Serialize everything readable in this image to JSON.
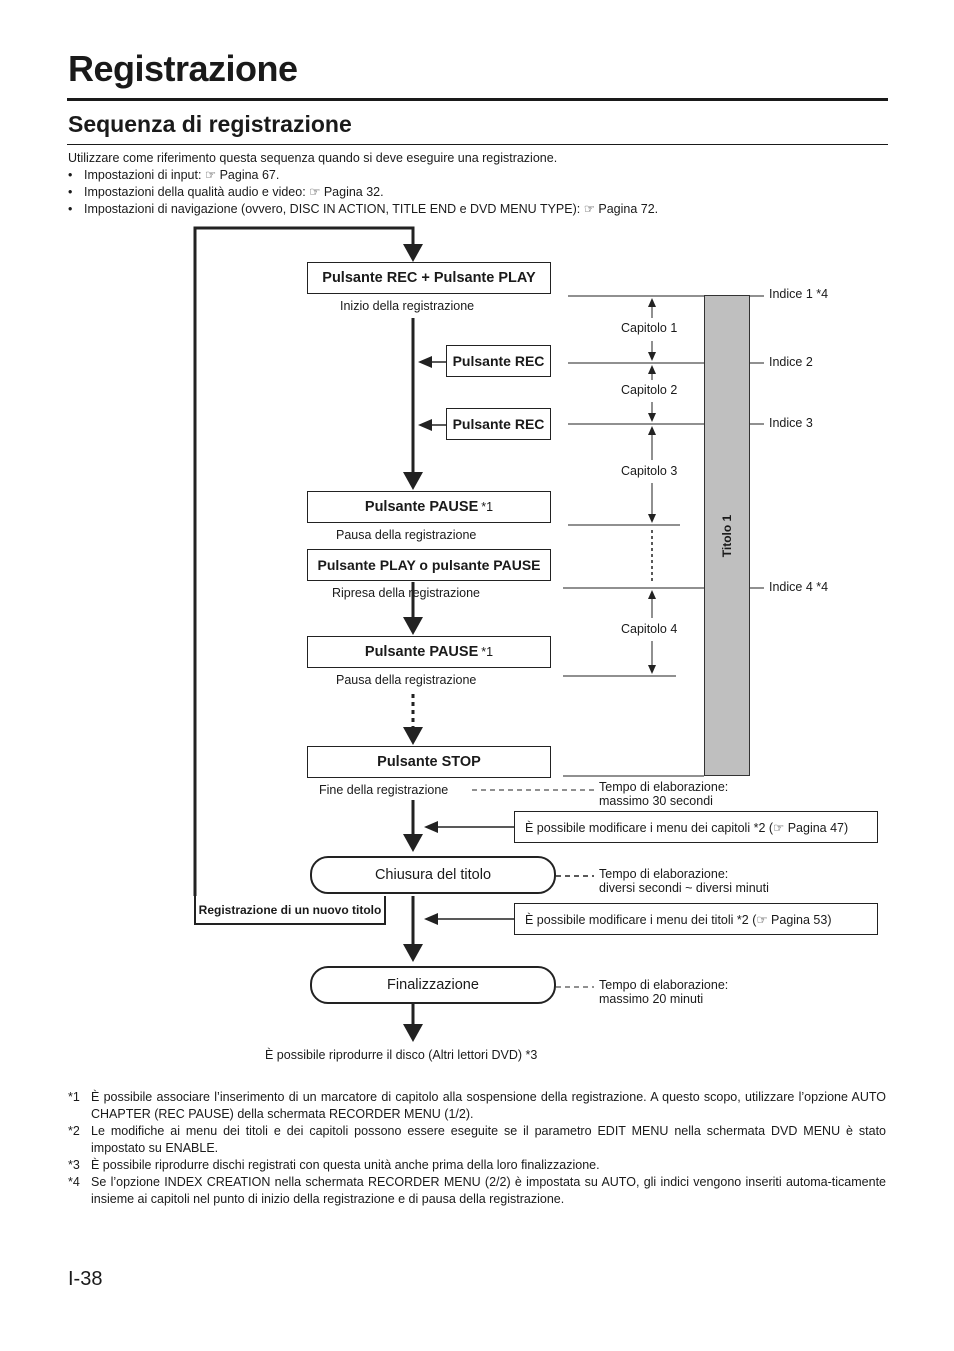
{
  "header": {
    "title": "Registrazione",
    "subtitle": "Sequenza di registrazione"
  },
  "intro": {
    "text": "Utilizzare come riferimento questa sequenza quando si deve eseguire una registrazione.",
    "bullets": [
      "Impostazioni di input: ☞ Pagina 67.",
      "Impostazioni della qualità audio e video: ☞ Pagina 32.",
      "Impostazioni di navigazione (ovvero, DISC IN ACTION, TITLE END e DVD MENU TYPE): ☞ Pagina 72."
    ]
  },
  "diagram": {
    "box_rec_play": "Pulsante REC + Pulsante PLAY",
    "lbl_inizio": "Inizio della registrazione",
    "box_rec1": "Pulsante REC",
    "box_rec2": "Pulsante REC",
    "box_pause1": "Pulsante PAUSE",
    "box_pause1_note": "*1",
    "lbl_pausa1": "Pausa della registrazione",
    "box_play_pause": "Pulsante PLAY o pulsante PAUSE",
    "lbl_ripresa": "Ripresa della registrazione",
    "box_pause2": "Pulsante PAUSE",
    "box_pause2_note": "*1",
    "lbl_pausa2": "Pausa della registrazione",
    "box_stop": "Pulsante STOP",
    "lbl_fine": "Fine della registrazione",
    "tempo1_a": "Tempo di elaborazione:",
    "tempo1_b": "massimo 30 secondi",
    "note_capitoli": "È possibile modificare i menu dei capitoli *2 (☞ Pagina 47)",
    "box_chiusura": "Chiusura del titolo",
    "tempo2_a": "Tempo di elaborazione:",
    "tempo2_b": "diversi secondi ~ diversi minuti",
    "nuovo_titolo": "Registrazione di un nuovo titolo",
    "note_titoli": "È possibile modificare i menu dei titoli *2 (☞ Pagina 53)",
    "box_finalizzazione": "Finalizzazione",
    "tempo3_a": "Tempo di elaborazione:",
    "tempo3_b": "massimo 20 minuti",
    "lbl_riproduci": "È possibile riprodurre il disco (Altri lettori DVD) *3",
    "capitoli": [
      "Capitolo 1",
      "Capitolo 2",
      "Capitolo 3",
      "Capitolo 4"
    ],
    "indici": [
      "Indice 1 *4",
      "Indice 2",
      "Indice 3",
      "Indice 4 *4"
    ],
    "titolo_bar": "Titolo 1"
  },
  "footnotes": [
    {
      "key": "*1",
      "text": "È possibile associare l’inserimento di un marcatore di capitolo alla sospensione della registrazione. A questo scopo, utilizzare l’opzione AUTO CHAPTER (REC PAUSE) della schermata RECORDER MENU (1/2)."
    },
    {
      "key": "*2",
      "text": "Le modifiche ai menu dei titoli e dei capitoli possono essere eseguite se il parametro EDIT MENU nella schermata DVD MENU è stato impostato su ENABLE."
    },
    {
      "key": "*3",
      "text": "È possibile riprodurre dischi registrati con questa unità anche prima della loro finalizzazione."
    },
    {
      "key": "*4",
      "text": "Se l’opzione INDEX CREATION nella schermata RECORDER MENU (2/2) è impostata su AUTO, gli indici vengono inseriti automa-ticamente insieme ai capitoli nel punto di inizio della registrazione e di pausa della registrazione."
    }
  ],
  "page_number": "I-38"
}
